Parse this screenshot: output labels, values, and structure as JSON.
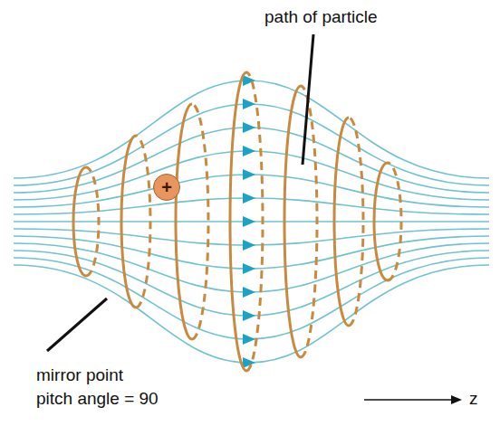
{
  "diagram": {
    "nodes": [
      {
        "text": [
          "+"
        ]
      }
    ],
    "labels": [
      "path of particle",
      "mirror point",
      "pitch angle = 90",
      "z"
    ]
  }
}
